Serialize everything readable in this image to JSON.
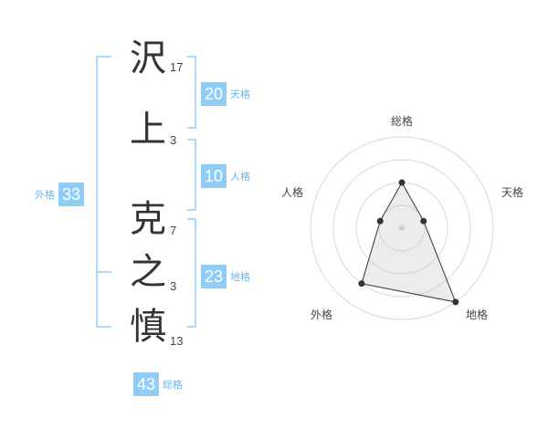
{
  "name": {
    "chars": [
      {
        "char": "沢",
        "strokes": "17"
      },
      {
        "char": "上",
        "strokes": "3"
      },
      {
        "char": "克",
        "strokes": "7"
      },
      {
        "char": "之",
        "strokes": "3"
      },
      {
        "char": "慎",
        "strokes": "13"
      }
    ]
  },
  "fortune": {
    "tenkaku": {
      "label": "天格",
      "value": "20"
    },
    "jinkaku": {
      "label": "人格",
      "value": "10"
    },
    "chikaku": {
      "label": "地格",
      "value": "23"
    },
    "gaikaku": {
      "label": "外格",
      "value": "33"
    },
    "soukaku": {
      "label": "総格",
      "value": "43"
    }
  },
  "colors": {
    "accent": "#8fcdf6",
    "accent_text": "#6ab7ea",
    "bracket": "#8fcdf6"
  },
  "chart_data": {
    "type": "radar",
    "axes": [
      "総格",
      "天格",
      "地格",
      "外格",
      "人格"
    ],
    "levels": 4,
    "values": [
      2,
      1,
      4,
      3,
      1
    ],
    "max": 4
  }
}
